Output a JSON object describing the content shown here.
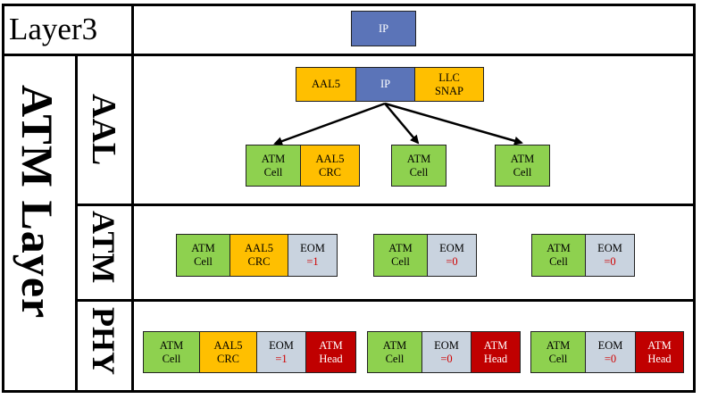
{
  "rows": {
    "layer3": "Layer3",
    "atm_layer": "ATM Layer",
    "aal": "AAL",
    "atm": "ATM",
    "phy": "PHY"
  },
  "layer3_box": {
    "label": "IP"
  },
  "aal_pdu": {
    "aal5": "AAL5",
    "ip": "IP",
    "llc_line1": "LLC",
    "llc_line2": "SNAP"
  },
  "aal_cells": {
    "c1": {
      "atm_l1": "ATM",
      "atm_l2": "Cell",
      "crc_l1": "AAL5",
      "crc_l2": "CRC"
    },
    "c2": {
      "atm_l1": "ATM",
      "atm_l2": "Cell"
    },
    "c3": {
      "atm_l1": "ATM",
      "atm_l2": "Cell"
    }
  },
  "atm_cells": {
    "c1": {
      "atm_l1": "ATM",
      "atm_l2": "Cell",
      "crc_l1": "AAL5",
      "crc_l2": "CRC",
      "eom_l1": "EOM",
      "eom_l2": "=1"
    },
    "c2": {
      "atm_l1": "ATM",
      "atm_l2": "Cell",
      "eom_l1": "EOM",
      "eom_l2": "=0"
    },
    "c3": {
      "atm_l1": "ATM",
      "atm_l2": "Cell",
      "eom_l1": "EOM",
      "eom_l2": "=0"
    }
  },
  "phy_cells": {
    "c1": {
      "atm_l1": "ATM",
      "atm_l2": "Cell",
      "crc_l1": "AAL5",
      "crc_l2": "CRC",
      "eom_l1": "EOM",
      "eom_l2": "=1",
      "head_l1": "ATM",
      "head_l2": "Head"
    },
    "c2": {
      "atm_l1": "ATM",
      "atm_l2": "Cell",
      "eom_l1": "EOM",
      "eom_l2": "=0",
      "head_l1": "ATM",
      "head_l2": "Head"
    },
    "c3": {
      "atm_l1": "ATM",
      "atm_l2": "Cell",
      "eom_l1": "EOM",
      "eom_l2": "=0",
      "head_l1": "ATM",
      "head_l2": "Head"
    }
  },
  "colors": {
    "green": "#8ed14f",
    "orange": "#ffbf00",
    "blue": "#5b74b8",
    "grey": "#c9d3df",
    "red": "#c00000"
  }
}
